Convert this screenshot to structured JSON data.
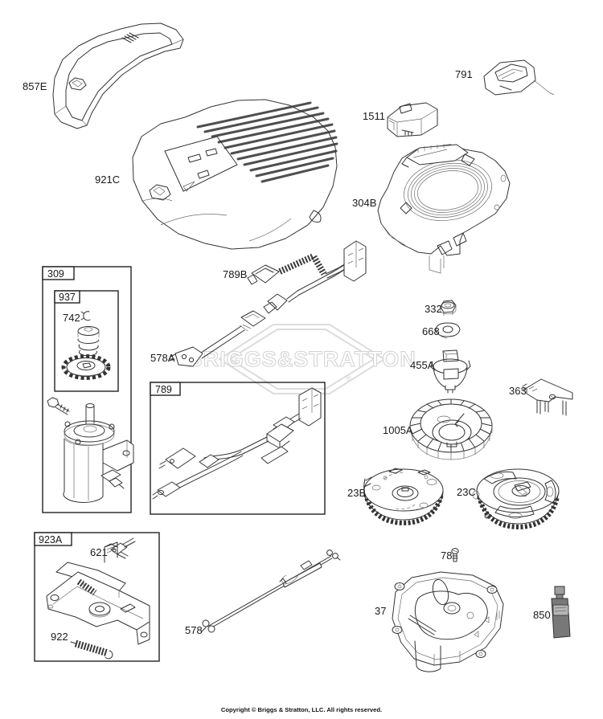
{
  "page": {
    "watermark": "BRIGGS&STRATTON",
    "watermark_reg": "®",
    "copyright": "Copyright © Briggs & Stratton, LLC. All rights reserved."
  },
  "colors": {
    "line": "#333333",
    "watermark": "#dcdcdc",
    "tube_body": "#787878",
    "tube_cap": "#9e9e9e",
    "tube_label": "#b5b5b5"
  },
  "labels": {
    "p857E": "857E",
    "p921C": "921C",
    "p791": "791",
    "p1511": "1511",
    "p304B": "304B",
    "p789B": "789B",
    "p578A": "578A",
    "g309": "309",
    "g937": "937",
    "p742": "742",
    "g789": "789",
    "p332": "332",
    "p668": "668",
    "p455A": "455A",
    "p363": "363",
    "p1005A": "1005A",
    "p23B": "23B",
    "p23C": "23C",
    "p78": "78",
    "g923A": "923A",
    "p621": "621",
    "p922": "922",
    "p578": "578",
    "p37": "37",
    "p850": "850"
  }
}
